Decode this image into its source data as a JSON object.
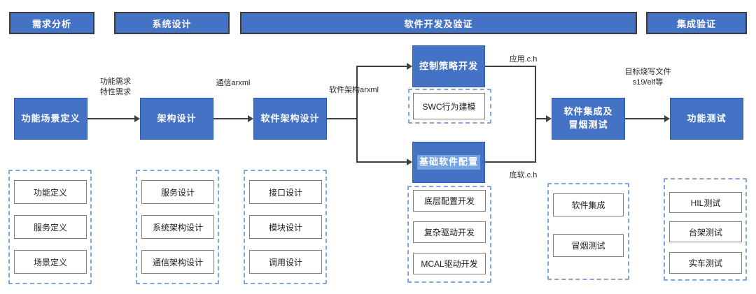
{
  "colors": {
    "node_fill": "#4472c4",
    "node_border": "#2e5aa8",
    "header_border": "#3b3b3b",
    "dashed_border": "#7ea6e0",
    "connector": "#404040",
    "sub_border": "#7f7f7f",
    "text_highlight": "#76a3e3"
  },
  "phases": [
    {
      "label": "需求分析"
    },
    {
      "label": "系统设计"
    },
    {
      "label": "软件开发及验证"
    },
    {
      "label": "集成验证"
    }
  ],
  "nodes": [
    {
      "label": "功能场景定义"
    },
    {
      "label": "架构设计"
    },
    {
      "label": "软件架构设计"
    },
    {
      "label": "控制策略开发"
    },
    {
      "label": "SWC行为建模"
    },
    {
      "label": "基础软件配置"
    },
    {
      "label": "软件集成及\n冒烟测试"
    },
    {
      "label": "功能测试"
    }
  ],
  "edge_labels": {
    "requirements": "功能需求\n特性需求",
    "comm_arxml": "通信arxml",
    "sw_arch_arxml": "软件架构arxml",
    "app_files": "应用.c.h",
    "base_files": "底软.c.h",
    "target_files": "目标烧写文件\ns19/elf等"
  },
  "groups": [
    {
      "items": [
        "功能定义",
        "服务定义",
        "场景定义"
      ]
    },
    {
      "items": [
        "服务设计",
        "系统架构设计",
        "通信架构设计"
      ]
    },
    {
      "items": [
        "接口设计",
        "模块设计",
        "调用设计"
      ]
    },
    {
      "items": [
        "底层配置开发",
        "复杂驱动开发",
        "MCAL驱动开发"
      ]
    },
    {
      "items": [
        "软件集成",
        "冒烟测试"
      ]
    },
    {
      "items": [
        "HIL测试",
        "台架测试",
        "实车测试"
      ]
    }
  ]
}
